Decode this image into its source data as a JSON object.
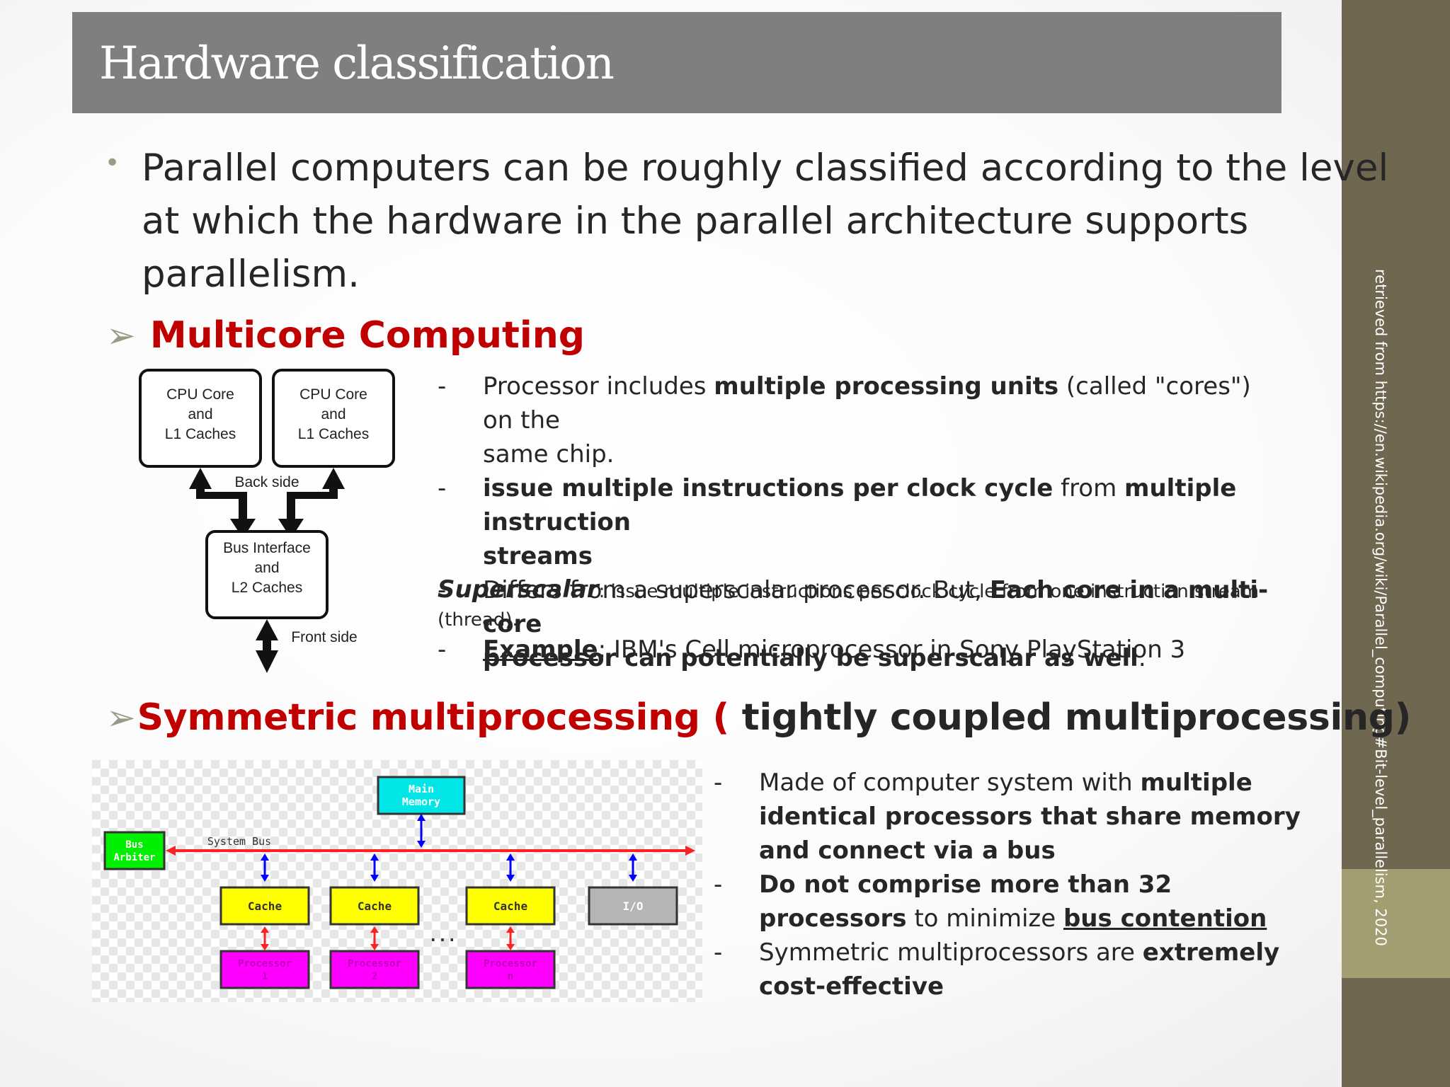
{
  "title": "Hardware classification",
  "side_note": "retrieved from https://en.wikipedia.org/wiki/Parallel_computing#Bit-level_parallelism, 2020",
  "intro": {
    "bullet": "•",
    "lines": [
      "Parallel computers can be roughly classified according to the level",
      "at which the hardware in the parallel architecture supports",
      "parallelism."
    ]
  },
  "multicore": {
    "arrow": "➢",
    "heading": "Multicore Computing",
    "diagram": {
      "core1": [
        "CPU Core",
        "and",
        "L1 Caches"
      ],
      "core2": [
        "CPU Core",
        "and",
        "L1 Caches"
      ],
      "back_side": "Back side",
      "bus": [
        "Bus Interface",
        "and",
        "L2 Caches"
      ],
      "front_side": "Front side"
    },
    "points": {
      "p1_a": "Processor includes ",
      "p1_b": "multiple processing units",
      "p1_c": " (called \"cores\") on the",
      "p1_d": "same chip.",
      "p2_a": "issue multiple instructions per clock cycle",
      "p2_b": " from ",
      "p2_c": "multiple instruction",
      "p2_d": "streams",
      "p3_a": "Differs from a superscalar processor. But, ",
      "p3_b": "Each core in a multi-core",
      "p3_c": "processor can potentially be superscalar as well",
      "p3_d": "."
    },
    "superscalar_term": "Superscalar",
    "superscalar_def": ": issue multiple instructions per clock cycle from one instruction stream (thread).",
    "example_label": "Example",
    "example_text": ": IBM's Cell microprocessor in Sony PlayStation 3"
  },
  "smp": {
    "arrow": "➢",
    "heading_red": "Symmetric multiprocessing ( ",
    "heading_dark": "tightly coupled multiprocessing)",
    "diagram": {
      "main_memory": [
        "Main",
        "Memory"
      ],
      "system_bus": "System Bus",
      "bus_arbiter": [
        "Bus",
        "Arbiter"
      ],
      "cache": "Cache",
      "io": "I/O",
      "processors": [
        [
          "Processor",
          "1"
        ],
        [
          "Processor",
          "2"
        ],
        [
          "Processor",
          "n"
        ]
      ],
      "ellipsis": "..."
    },
    "points": {
      "p1_a": " Made of computer system with ",
      "p1_b": "multiple identical processors that share memory and connect via a bus",
      "p2_a": "Do not comprise more than 32 processors",
      "p2_b": " to minimize ",
      "p2_c": "bus contention",
      "p3_a": "Symmetric multiprocessors are ",
      "p3_b": "extremely cost-effective"
    }
  },
  "colors": {
    "title_bar": "#7f7f7f",
    "side_bar": "#6f6750",
    "side_accent": "#a39d72",
    "heading_red": "#c00000",
    "cache_yellow": "#ffff00",
    "processor_magenta": "#ff00ff",
    "memory_cyan": "#00e6e6",
    "arbiter_green": "#00ee00",
    "bus_red": "#ff2020",
    "bus_blue": "#0000ff"
  },
  "dash": "-"
}
